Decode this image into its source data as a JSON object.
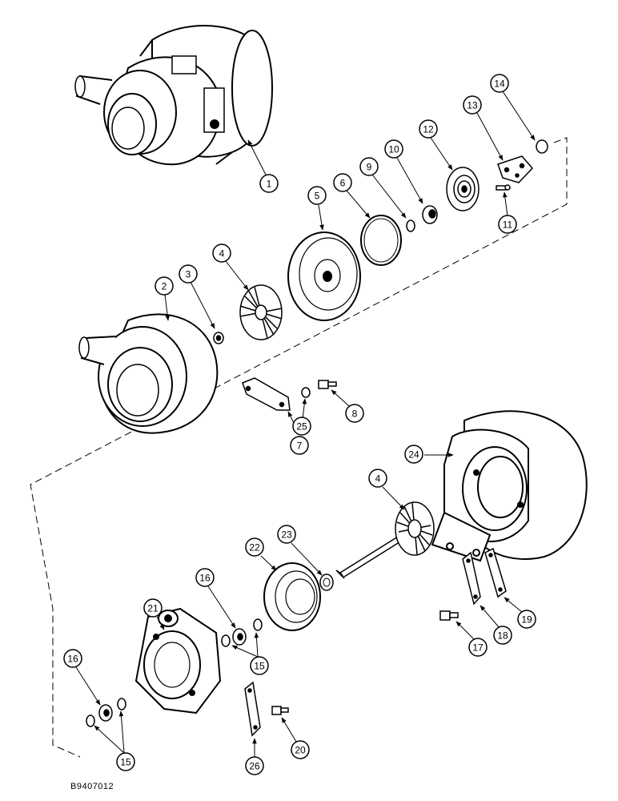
{
  "figure_code": "B9407012",
  "callouts": [
    {
      "id": "c1",
      "label": "1"
    },
    {
      "id": "c2",
      "label": "2"
    },
    {
      "id": "c3",
      "label": "3"
    },
    {
      "id": "c4a",
      "label": "4"
    },
    {
      "id": "c5",
      "label": "5"
    },
    {
      "id": "c6",
      "label": "6"
    },
    {
      "id": "c7",
      "label": "7"
    },
    {
      "id": "c8",
      "label": "8"
    },
    {
      "id": "c9",
      "label": "9"
    },
    {
      "id": "c10",
      "label": "10"
    },
    {
      "id": "c11",
      "label": "11"
    },
    {
      "id": "c12",
      "label": "12"
    },
    {
      "id": "c13",
      "label": "13"
    },
    {
      "id": "c14",
      "label": "14"
    },
    {
      "id": "c25",
      "label": "25"
    },
    {
      "id": "c24",
      "label": "24"
    },
    {
      "id": "c4b",
      "label": "4"
    },
    {
      "id": "c23",
      "label": "23"
    },
    {
      "id": "c22",
      "label": "22"
    },
    {
      "id": "c16a",
      "label": "16"
    },
    {
      "id": "c21",
      "label": "21"
    },
    {
      "id": "c15a",
      "label": "15"
    },
    {
      "id": "c16b",
      "label": "16"
    },
    {
      "id": "c15b",
      "label": "15"
    },
    {
      "id": "c17",
      "label": "17"
    },
    {
      "id": "c18",
      "label": "18"
    },
    {
      "id": "c19",
      "label": "19"
    },
    {
      "id": "c20",
      "label": "20"
    },
    {
      "id": "c26",
      "label": "26"
    }
  ]
}
